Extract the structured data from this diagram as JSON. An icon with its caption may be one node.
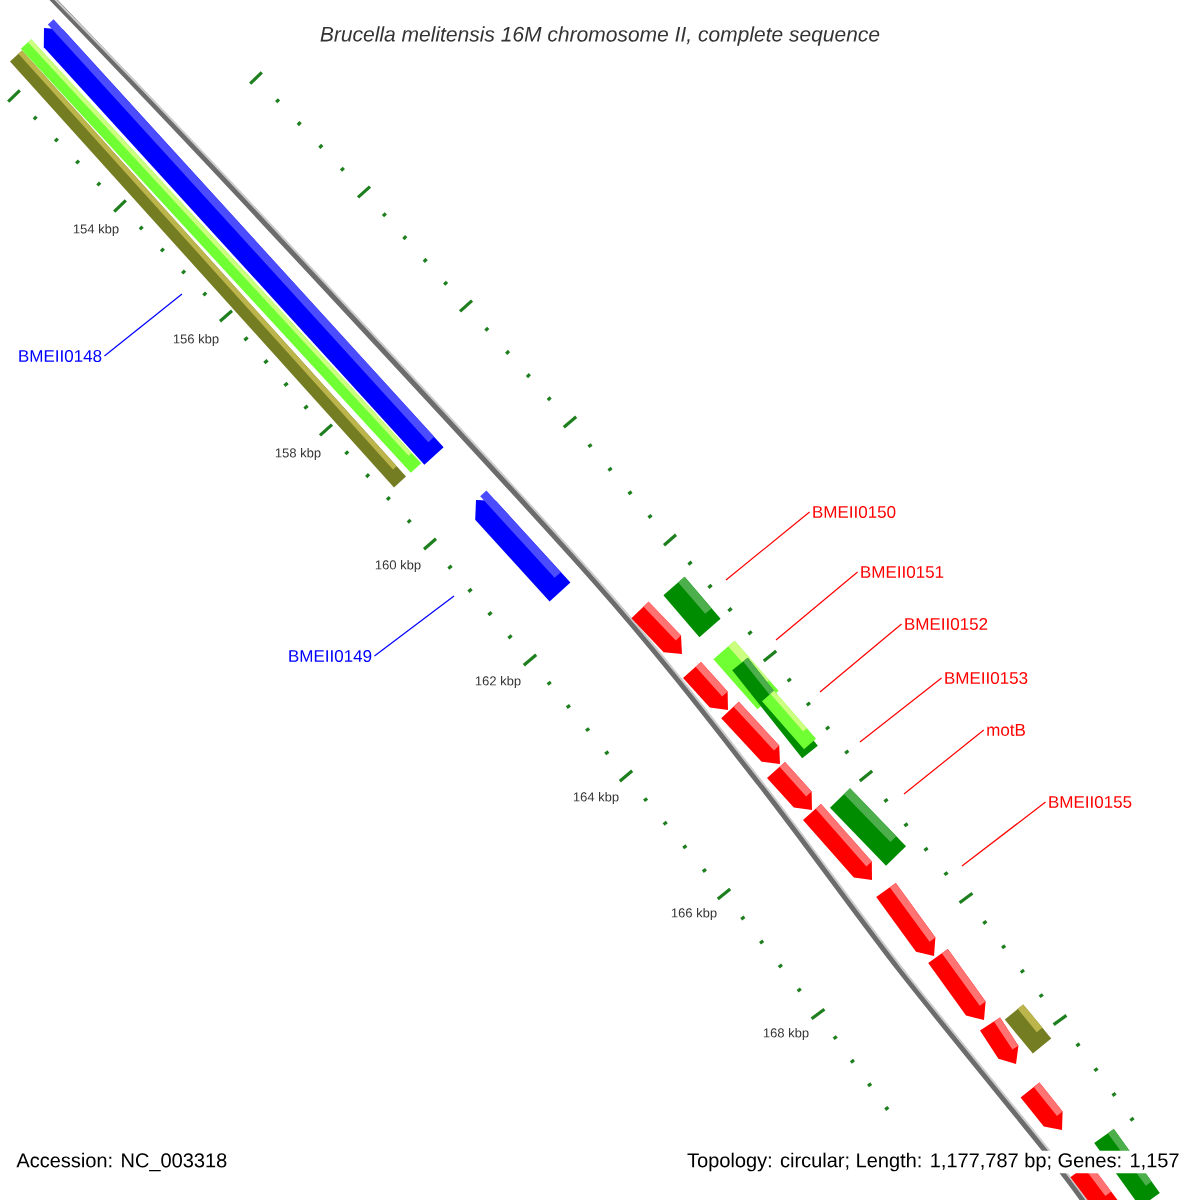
{
  "diagram": {
    "title": "*Brucella melitensis* 16M chromosome II, complete sequence",
    "nodes": [
      {
        "text": [
          "BMEII0148"
        ]
      },
      {
        "text": [
          "BMEII0149"
        ]
      },
      {
        "text": [
          "BMEII0150"
        ]
      },
      {
        "text": [
          "BMEII0151"
        ]
      },
      {
        "text": [
          "BMEII0152"
        ]
      },
      {
        "text": [
          "BMEII0153"
        ]
      },
      {
        "text": [
          "motB"
        ]
      },
      {
        "text": [
          "BMEII0155"
        ]
      }
    ],
    "edges": [
      {
        "from": 0,
        "to": null,
        "arrow": "none",
        "color": "#0000ff"
      },
      {
        "from": 1,
        "to": null,
        "arrow": "none",
        "color": "#0000ff"
      },
      {
        "from": 2,
        "to": null,
        "arrow": "none"
      },
      {
        "from": 3,
        "to": null,
        "arrow": "none"
      },
      {
        "from": 4,
        "to": null,
        "arrow": "none"
      },
      {
        "from": 5,
        "to": null,
        "arrow": "none"
      },
      {
        "from": 6,
        "to": null,
        "arrow": "none"
      },
      {
        "from": 7,
        "to": null,
        "arrow": "none"
      }
    ],
    "labels": [
      "154 kbp",
      "156 kbp",
      "158 kbp",
      "160 kbp",
      "162 kbp",
      "164 kbp",
      "166 kbp",
      "168 kbp",
      "Accession: NC_003318",
      "Topology: circular; Length: 1,177,787 bp; Genes: 1,157"
    ]
  }
}
